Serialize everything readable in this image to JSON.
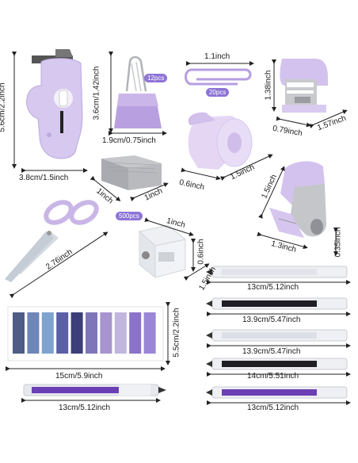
{
  "colors": {
    "lavender": "#c9b6e6",
    "lavender_dark": "#a58fd4",
    "badge": "#8d74d6",
    "metal": "#b7b9bd",
    "ink_black": "#1f1f24",
    "ink_purple": "#6b3fb5"
  },
  "items": {
    "cutter": {
      "height": "5.6cm/2.2inch",
      "width": "3.8cm/1.5inch"
    },
    "binder_clip": {
      "height": "3.6cm/1.42inch",
      "width": "1.9cm/0.75inch",
      "count": "12pcs"
    },
    "paper_clip": {
      "length": "1.1inch",
      "count": "20pcs"
    },
    "stapler": {
      "height": "1.38inch",
      "width": "0.79inch",
      "length": "1.57inch"
    },
    "tape_dispenser": {
      "width": "0.6inch",
      "length": "1.5inch"
    },
    "staples": {
      "width": "1inch",
      "length": "1inch",
      "count": "500pcs"
    },
    "staple_remover": {
      "width": "1.5inch",
      "length": "1.3inch",
      "depth": "0.35inch"
    },
    "scissors": {
      "length": "2.76inch"
    },
    "sharpener": {
      "top": "1inch",
      "side": "0.6inch",
      "height": "1.5inch"
    },
    "sticky_tabs": {
      "height": "5.5cm/2.2inch",
      "width": "15cm/5.9inch",
      "swatches": [
        "#4f5d86",
        "#6f86b8",
        "#7fa3cf",
        "#5a5fa6",
        "#3b3e7a",
        "#7f76b9",
        "#a894cf",
        "#c0b6de",
        "#8a73c9",
        "#9a86d6"
      ]
    },
    "pens": [
      {
        "label": "13cm/5.12inch",
        "ink": "#e2e4ea"
      },
      {
        "label": "13.9cm/5.47inch",
        "ink": "#1f1f24"
      },
      {
        "label": "13.9cm/5.47inch",
        "ink": "#dcdfe6"
      },
      {
        "label": "14cm/5.51inch",
        "ink": "#1f1f24"
      },
      {
        "label": "13cm/5.12inch",
        "ink": "#6b3fb5"
      }
    ],
    "bottom_pen": {
      "label": "13cm/5.12inch"
    }
  }
}
